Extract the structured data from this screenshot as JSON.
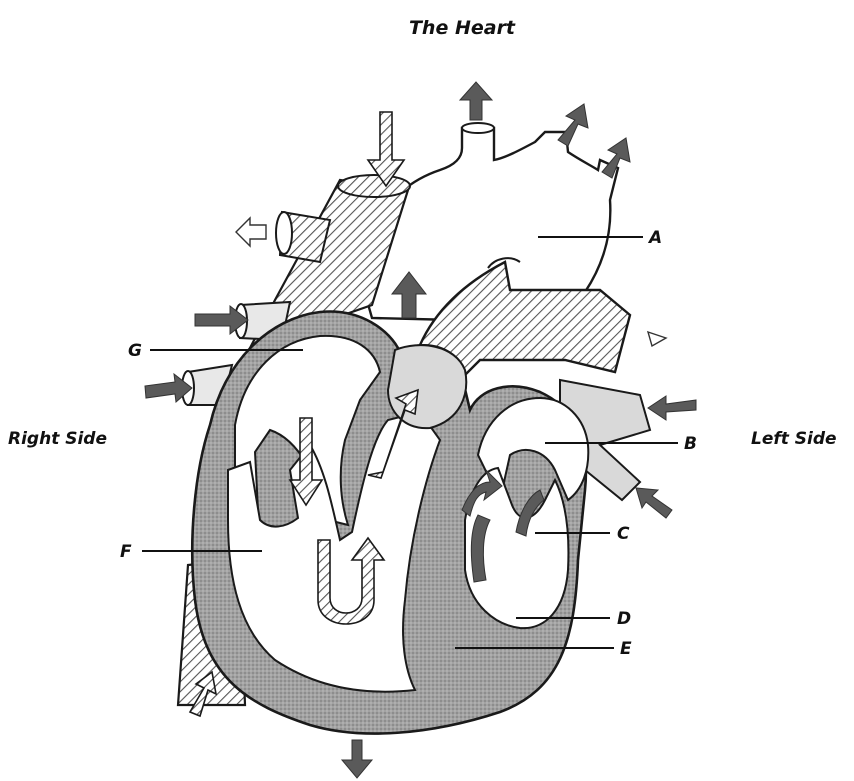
{
  "title": "The Heart",
  "sides": {
    "right": "Right Side",
    "left": "Left Side"
  },
  "labels": {
    "A": "A",
    "B": "B",
    "C": "C",
    "D": "D",
    "E": "E",
    "F": "F",
    "G": "G"
  },
  "colors": {
    "wall": "#9c9c9c",
    "wall_dark": "#7d7d7d",
    "deoxygenated_hatch": "#555555",
    "oxygenated_fill": "#d9d9d9",
    "arrow": "#5a5a5a",
    "outline": "#1a1a1a"
  }
}
